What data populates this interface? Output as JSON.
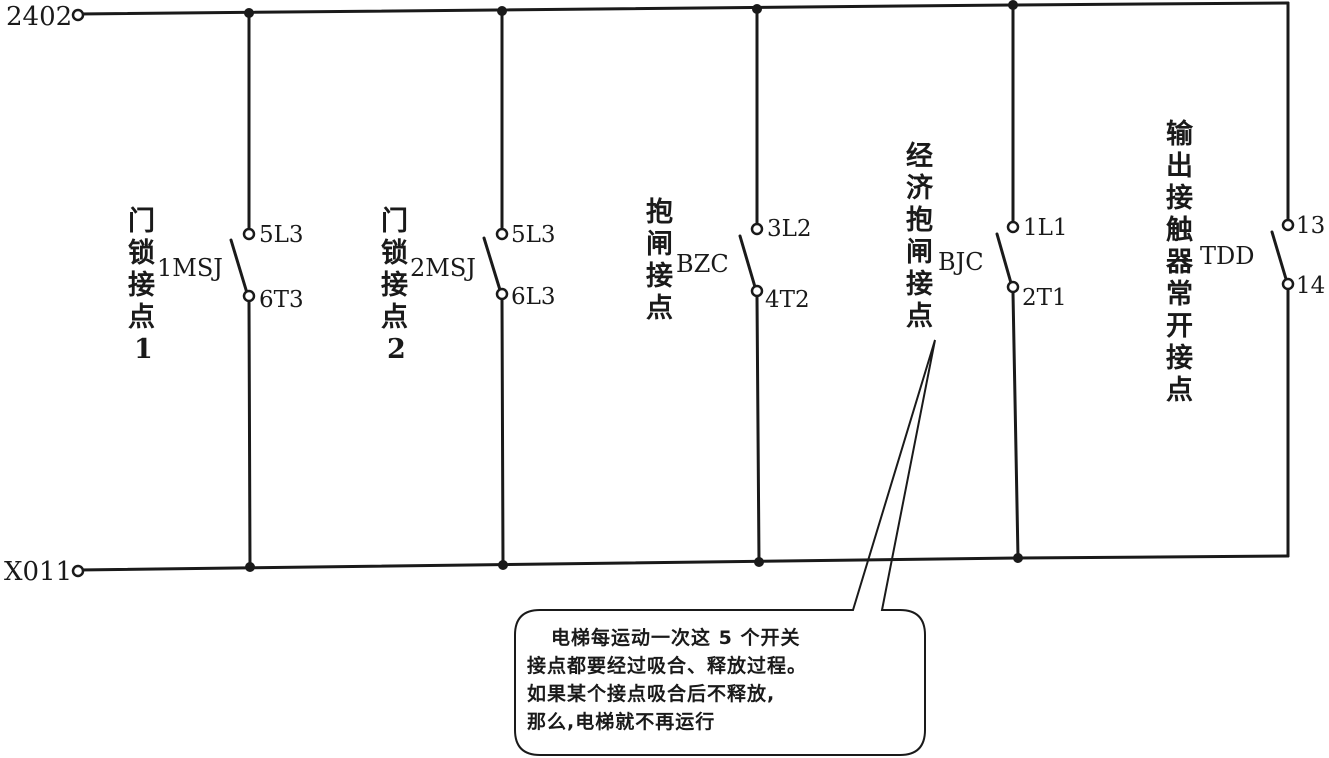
{
  "terminals": {
    "top": "2402",
    "bottom": "X011"
  },
  "branches": [
    {
      "device": "1MSJ",
      "top_pin": "5L3",
      "bottom_pin": "6T3",
      "name": [
        "门",
        "锁",
        "接",
        "点",
        "1"
      ]
    },
    {
      "device": "2MSJ",
      "top_pin": "5L3",
      "bottom_pin": "6L3",
      "name": [
        "门",
        "锁",
        "接",
        "点",
        "2"
      ]
    },
    {
      "device": "BZC",
      "top_pin": "3L2",
      "bottom_pin": "4T2",
      "name": [
        "抱",
        "闸",
        "接",
        "点"
      ]
    },
    {
      "device": "BJC",
      "top_pin": "1L1",
      "bottom_pin": "2T1",
      "name": [
        "经",
        "济",
        "抱",
        "闸",
        "接",
        "点"
      ]
    },
    {
      "device": "TDD",
      "top_pin": "13",
      "bottom_pin": "14",
      "name": [
        "输",
        "出",
        "接",
        "触",
        "器",
        "常",
        "开",
        "接",
        "点"
      ]
    }
  ],
  "callout": {
    "lines": [
      "电梯每运动一次这 5 个开关",
      "接点都要经过吸合、释放过程。",
      "如果某个接点吸合后不释放,",
      "那么,电梯就不再运行"
    ],
    "fill": "#c8c8c8"
  }
}
